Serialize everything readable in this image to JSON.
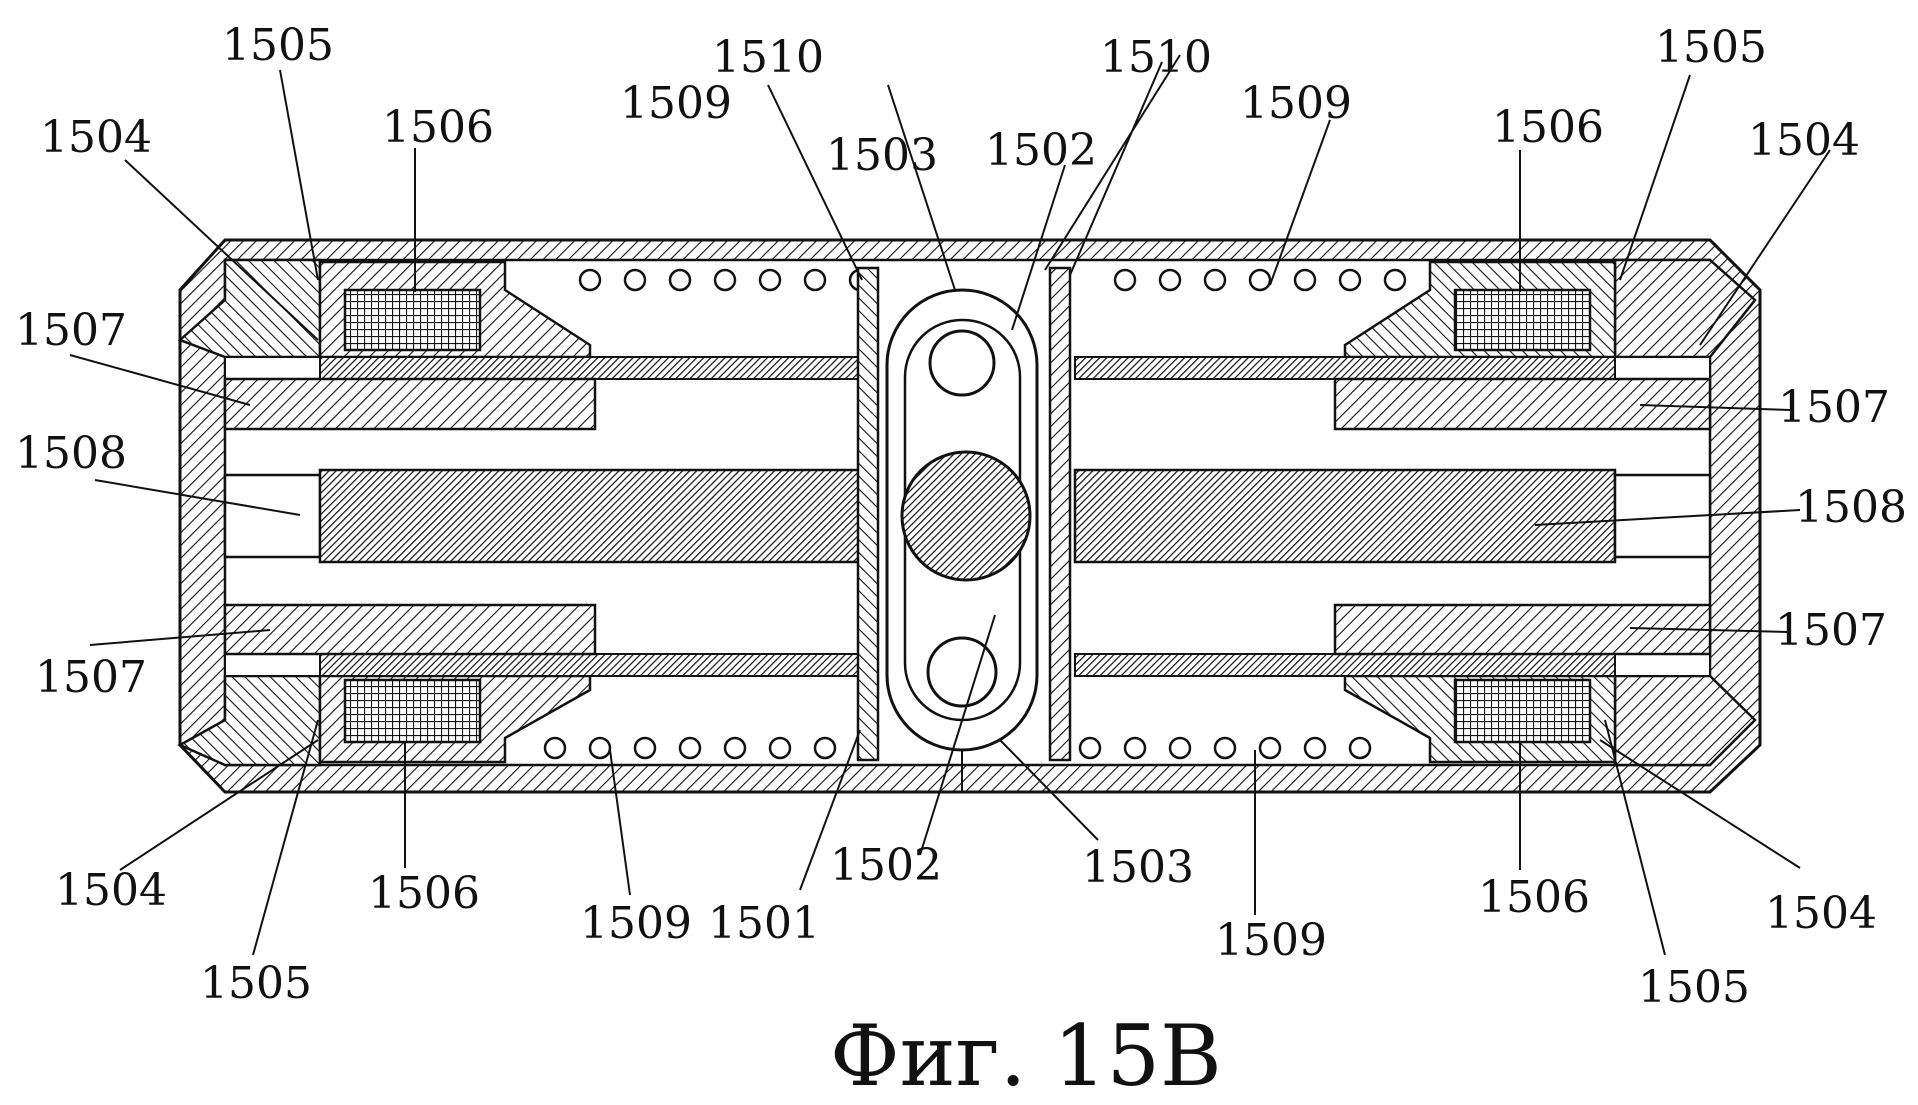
{
  "figure": {
    "caption": "Фиг. 15B",
    "labels": {
      "l1501": "1501",
      "l1502": "1502",
      "l1503": "1503",
      "l1504": "1504",
      "l1505": "1505",
      "l1506": "1506",
      "l1507": "1507",
      "l1508": "1508",
      "l1509": "1509",
      "l1510": "1510"
    }
  }
}
